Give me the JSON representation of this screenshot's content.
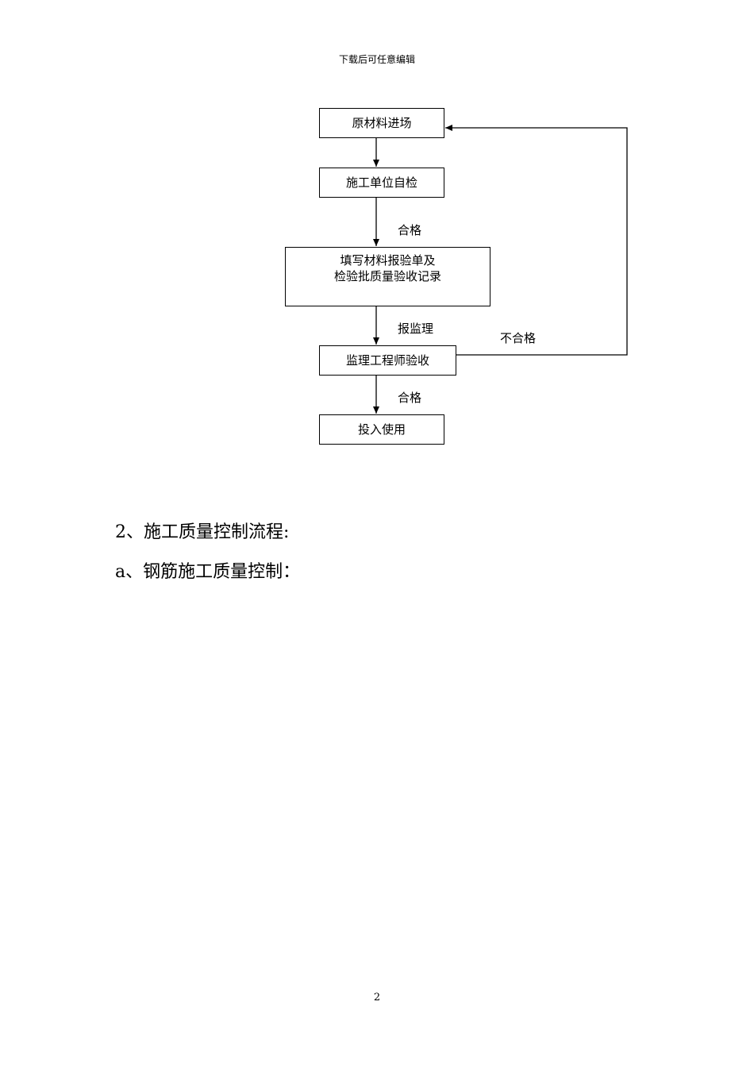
{
  "header": {
    "text": "下载后可任意编辑"
  },
  "flowchart": {
    "nodes": {
      "materials_arrival": "原材料进场",
      "self_inspection": "施工单位自检",
      "fill_forms_line1": "填写材料报验单及",
      "fill_forms_line2": "检验批质量验收记录",
      "supervisor_acceptance": "监理工程师验收",
      "put_into_use": "投入使用"
    },
    "edge_labels": {
      "pass_1": "合格",
      "report_supervisor": "报监理",
      "fail": "不合格",
      "pass_2": "合格"
    }
  },
  "body": {
    "section_heading": "2、施工质量控制流程:",
    "subsection_heading": "a、钢筋施工质量控制："
  },
  "footer": {
    "page_number": "2"
  }
}
